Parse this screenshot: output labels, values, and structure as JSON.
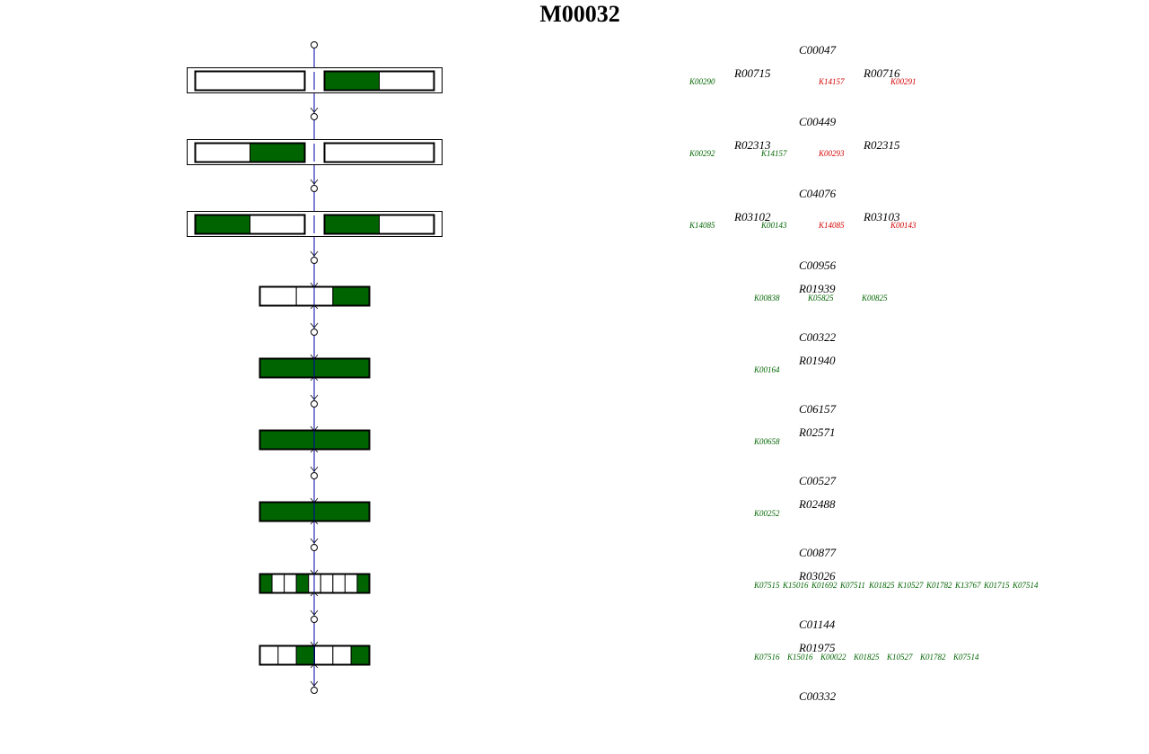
{
  "title": "M00032",
  "colors": {
    "present": "#006400",
    "absent": "#ffffff",
    "missing_ko": "#d40000",
    "connector": "#0000aa"
  },
  "steps": [
    {
      "compound": "C00047",
      "reactions": [
        {
          "id": "R00715",
          "kos": [
            {
              "id": "K00290",
              "color": "green"
            }
          ]
        },
        {
          "id": "R00716",
          "kos": [
            {
              "id": "K14157",
              "color": "red"
            },
            {
              "id": "K00291",
              "color": "red"
            }
          ]
        }
      ],
      "box": {
        "groups": [
          [
            0
          ],
          [
            1,
            0
          ]
        ]
      }
    },
    {
      "compound": "C00449",
      "reactions": [
        {
          "id": "R02313",
          "kos": [
            {
              "id": "K00292",
              "color": "green"
            },
            {
              "id": "K14157",
              "color": "green"
            }
          ]
        },
        {
          "id": "R02315",
          "kos": [
            {
              "id": "K00293",
              "color": "red"
            }
          ]
        }
      ],
      "box": {
        "groups": [
          [
            0,
            1
          ],
          [
            0
          ]
        ]
      }
    },
    {
      "compound": "C04076",
      "reactions": [
        {
          "id": "R03102",
          "kos": [
            {
              "id": "K14085",
              "color": "green"
            },
            {
              "id": "K00143",
              "color": "green"
            }
          ]
        },
        {
          "id": "R03103",
          "kos": [
            {
              "id": "K14085",
              "color": "red"
            },
            {
              "id": "K00143",
              "color": "red"
            }
          ]
        }
      ],
      "box": {
        "groups": [
          [
            1,
            0
          ],
          [
            1,
            0
          ]
        ]
      }
    },
    {
      "compound": "C00956",
      "reactions": [
        {
          "id": "R01939",
          "kos": [
            {
              "id": "K00838",
              "color": "green"
            },
            {
              "id": "K05825",
              "color": "green"
            },
            {
              "id": "K00825",
              "color": "green"
            }
          ]
        }
      ],
      "box": {
        "groups": [
          [
            0,
            0,
            1
          ]
        ]
      }
    },
    {
      "compound": "C00322",
      "reactions": [
        {
          "id": "R01940",
          "kos": [
            {
              "id": "K00164",
              "color": "green"
            }
          ]
        }
      ],
      "box": {
        "groups": [
          [
            1
          ]
        ]
      }
    },
    {
      "compound": "C06157",
      "reactions": [
        {
          "id": "R02571",
          "kos": [
            {
              "id": "K00658",
              "color": "green"
            }
          ]
        }
      ],
      "box": {
        "groups": [
          [
            1
          ]
        ]
      }
    },
    {
      "compound": "C00527",
      "reactions": [
        {
          "id": "R02488",
          "kos": [
            {
              "id": "K00252",
              "color": "green"
            }
          ]
        }
      ],
      "box": {
        "groups": [
          [
            1
          ]
        ]
      }
    },
    {
      "compound": "C00877",
      "reactions": [
        {
          "id": "R03026",
          "kos": [
            {
              "id": "K07515",
              "color": "green"
            },
            {
              "id": "K15016",
              "color": "green"
            },
            {
              "id": "K01692",
              "color": "green"
            },
            {
              "id": "K07511",
              "color": "green"
            },
            {
              "id": "K01825",
              "color": "green"
            },
            {
              "id": "K10527",
              "color": "green"
            },
            {
              "id": "K01782",
              "color": "green"
            },
            {
              "id": "K13767",
              "color": "green"
            },
            {
              "id": "K01715",
              "color": "green"
            },
            {
              "id": "K07514",
              "color": "green"
            }
          ]
        }
      ],
      "box": {
        "groups": [
          [
            1,
            0,
            0,
            1,
            0,
            0,
            0,
            0,
            1
          ]
        ]
      }
    },
    {
      "compound": "C01144",
      "reactions": [
        {
          "id": "R01975",
          "kos": [
            {
              "id": "K07516",
              "color": "green"
            },
            {
              "id": "K15016",
              "color": "green"
            },
            {
              "id": "K00022",
              "color": "green"
            },
            {
              "id": "K01825",
              "color": "green"
            },
            {
              "id": "K10527",
              "color": "green"
            },
            {
              "id": "K01782",
              "color": "green"
            },
            {
              "id": "K07514",
              "color": "green"
            }
          ]
        }
      ],
      "box": {
        "groups": [
          [
            0,
            0,
            1,
            0,
            0,
            1
          ]
        ]
      }
    }
  ],
  "final_compound": "C00332"
}
